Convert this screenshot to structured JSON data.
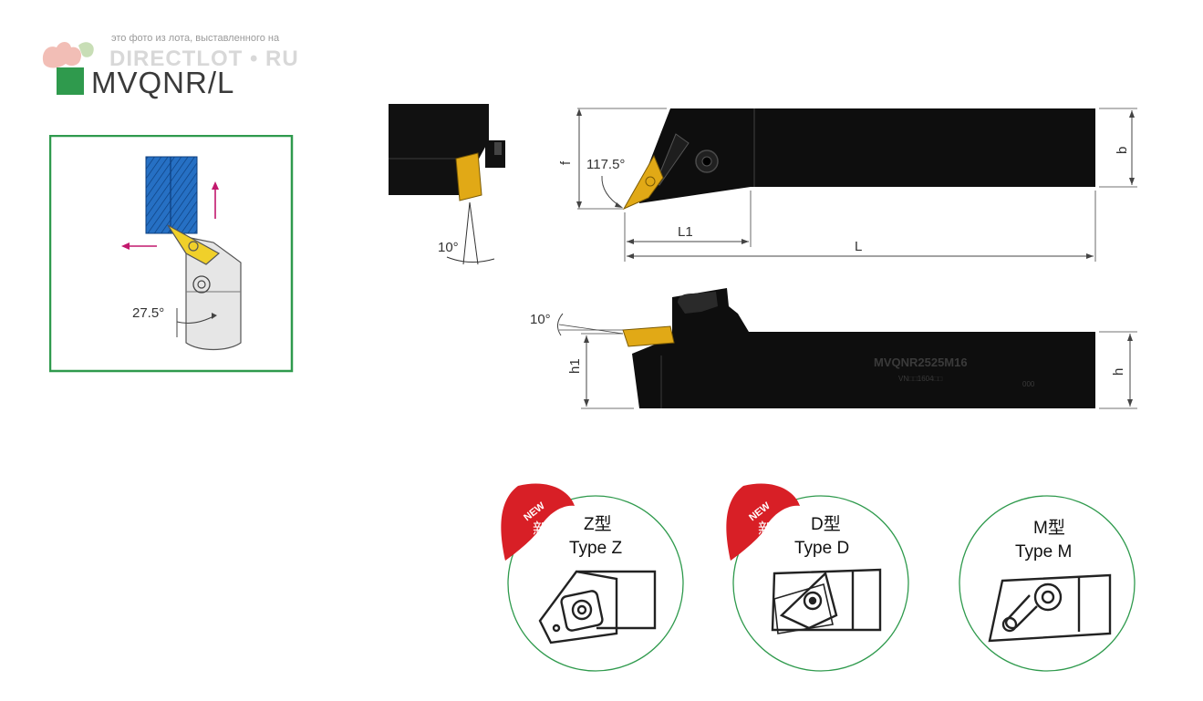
{
  "watermark": {
    "note": "это фото из лота, выставленного на",
    "brand": "DIRECTLOT • RU"
  },
  "title": "MVQNR/L",
  "angles": {
    "approach": "27.5°",
    "lead": "117.5°",
    "clearance_top": "10°",
    "clearance_side": "10°"
  },
  "dimensions": {
    "L1": "L1",
    "L": "L",
    "f": "f",
    "b": "b",
    "h": "h",
    "h1": "h1"
  },
  "shank_marking": {
    "model": "MVQNR2525M16",
    "insert": "VN□□1604□□",
    "tiny": "000"
  },
  "types": [
    {
      "badge": "NEW",
      "badge_cn": "新",
      "cn": "Z型",
      "en": "Type Z"
    },
    {
      "badge": "NEW",
      "badge_cn": "新",
      "cn": "D型",
      "en": "Type D"
    },
    {
      "cn": "M型",
      "en": "Type M"
    }
  ],
  "colors": {
    "frame_green": "#2f9a4d",
    "insert_gold": "#e1a916",
    "workpiece_blue": "#1f6fc0",
    "arrow_magenta": "#c2186d",
    "badge_red": "#d81f26"
  }
}
